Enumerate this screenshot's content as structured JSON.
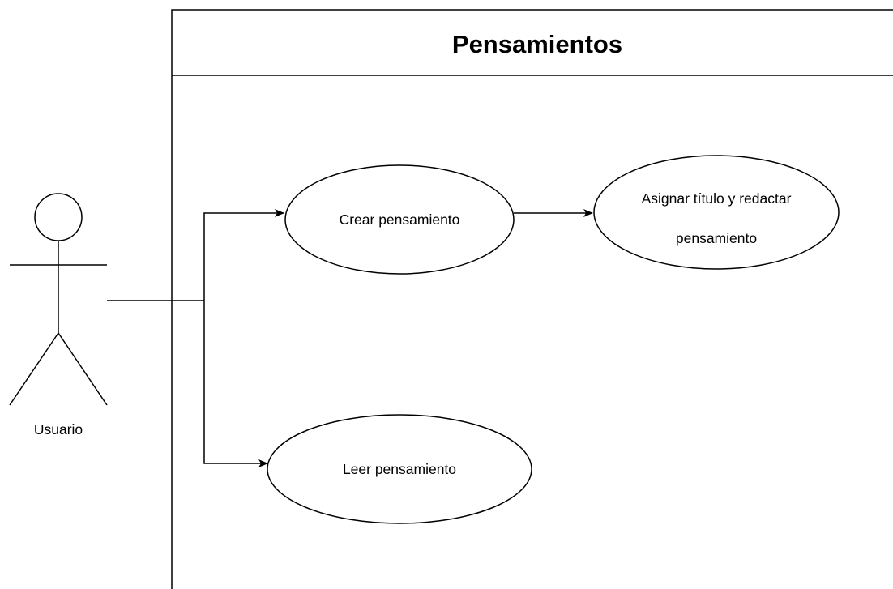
{
  "diagram": {
    "type": "use-case",
    "system": {
      "title": "Pensamientos"
    },
    "actor": {
      "name": "Usuario"
    },
    "use_cases": {
      "crear": {
        "label": "Crear pensamiento"
      },
      "asignar": {
        "label_line1": "Asignar título y redactar",
        "label_line2": "pensamiento"
      },
      "leer": {
        "label": "Leer pensamiento"
      }
    },
    "relations": [
      {
        "from": "Usuario",
        "to": "Crear pensamiento"
      },
      {
        "from": "Usuario",
        "to": "Leer pensamiento"
      },
      {
        "from": "Crear pensamiento",
        "to": "Asignar título y redactar pensamiento"
      }
    ],
    "colors": {
      "stroke": "#000000",
      "background": "#ffffff"
    }
  }
}
